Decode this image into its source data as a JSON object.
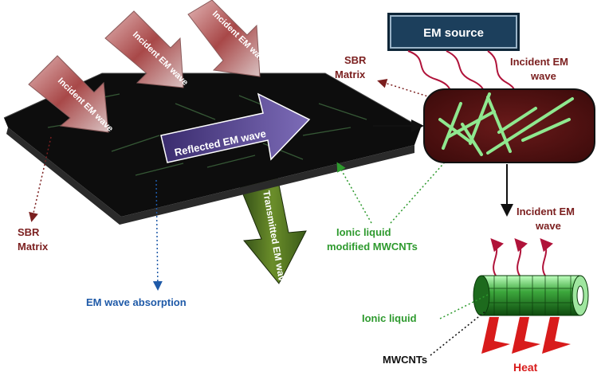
{
  "diagram": {
    "em_source": "EM source",
    "incident_arrows": [
      "Incident EM wave",
      "Incident EM wave",
      "Incident EM wave"
    ],
    "reflected_label": "Reflected EM wave",
    "transmitted_label": "Transmitted EM wave",
    "sbr_matrix_left": [
      "SBR",
      "Matrix"
    ],
    "sbr_matrix_right": [
      "SBR",
      "Matrix"
    ],
    "em_absorption": "EM wave absorption",
    "ionic_mwcnt": [
      "Ionic liquid",
      "modified MWCNTs"
    ],
    "incident_right_top": [
      "Incident EM",
      "wave"
    ],
    "incident_right_bottom": [
      "Incident EM",
      "wave"
    ],
    "ionic_liquid": "Ionic liquid",
    "mwcnts": "MWCNTs",
    "heat": "Heat"
  },
  "colors": {
    "maroon": "#7b1f1f",
    "green_text": "#2e9a2e",
    "blue_text": "#1f5aa8",
    "em_box": "#1c3f5c",
    "sheet": "#111111",
    "heat_red": "#d81b1b",
    "cnt_green": "#7fe07f"
  }
}
